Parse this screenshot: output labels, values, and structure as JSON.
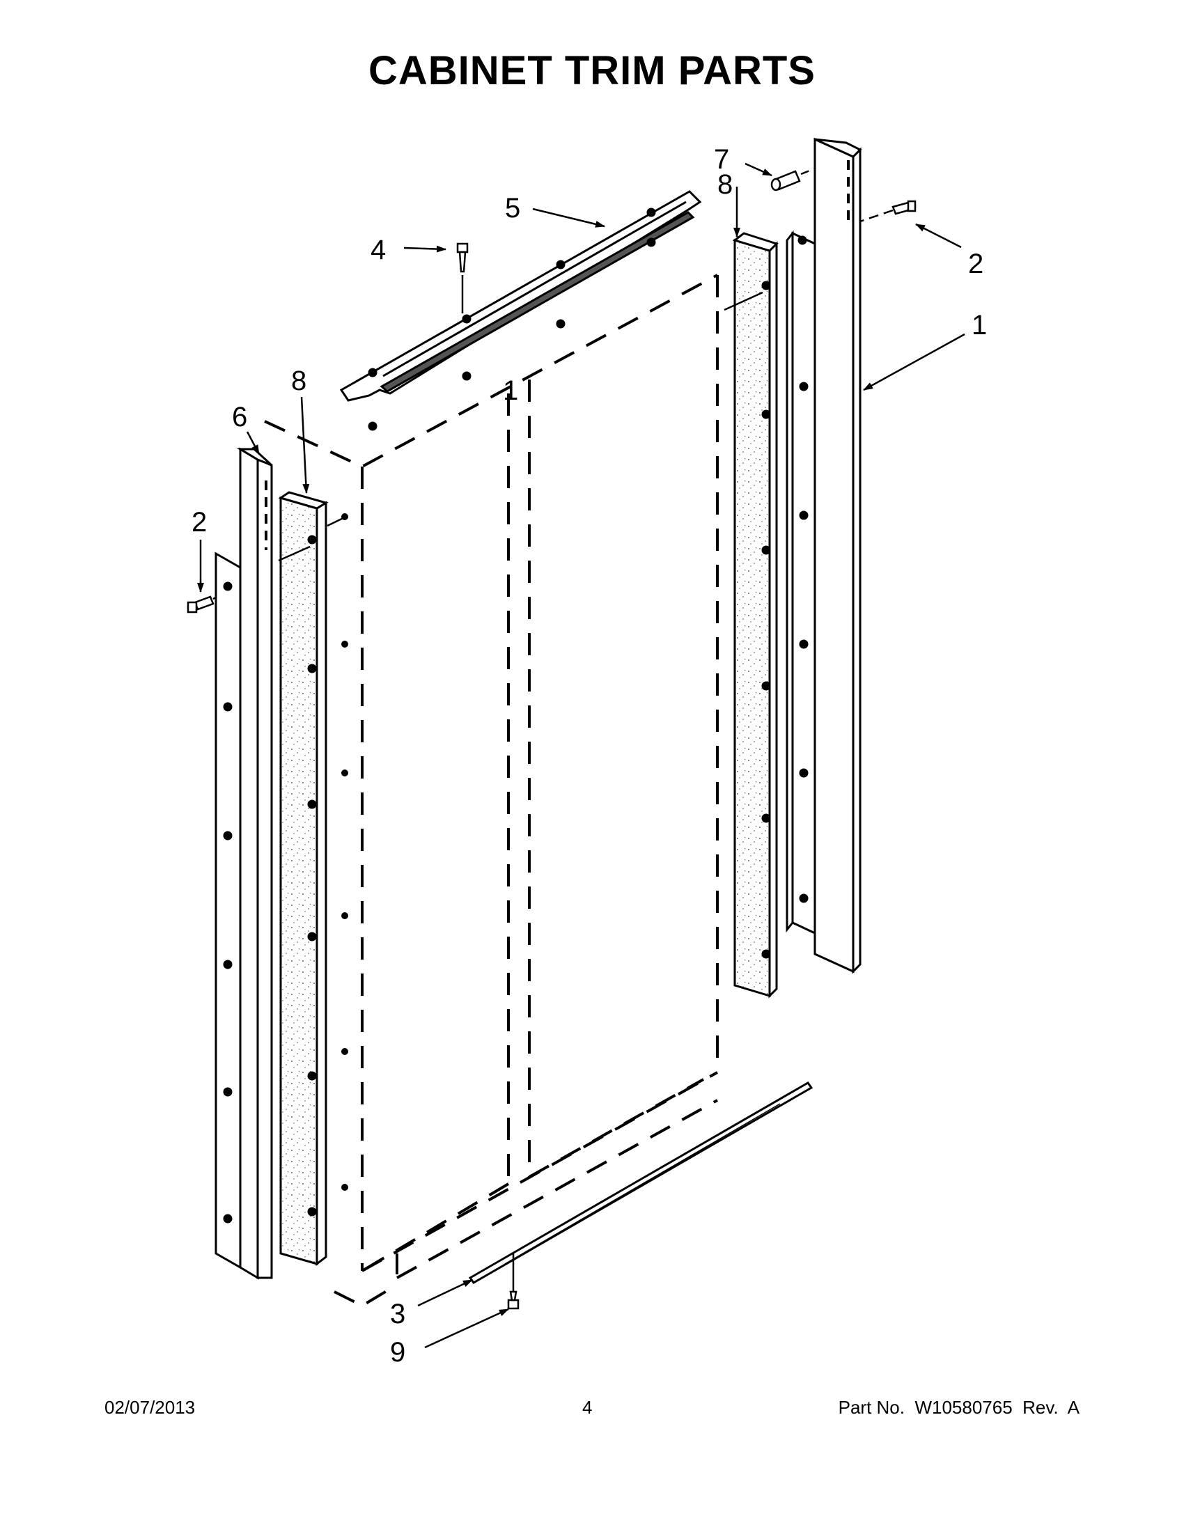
{
  "page": {
    "title": "CABINET TRIM PARTS"
  },
  "callouts": {
    "c1": "1",
    "c2_right": "2",
    "c2_left": "2",
    "c3": "3",
    "c4": "4",
    "c5": "5",
    "c6": "6",
    "c7": "7",
    "c8_right": "8",
    "c8_left": "8",
    "c9": "9",
    "cabinet_mark_top": "1"
  },
  "footer": {
    "date": "02/07/2013",
    "page_number": "4",
    "part_info": "Part No.  W10580765  Rev.  A"
  }
}
